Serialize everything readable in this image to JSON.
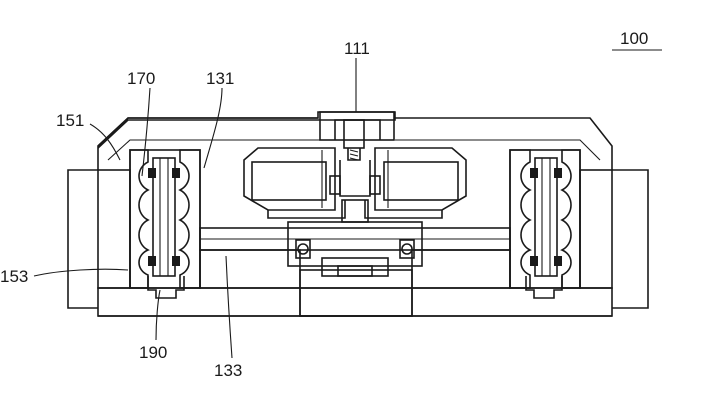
{
  "figure": {
    "ref_main": "100",
    "labels": {
      "l111": "111",
      "l131": "131",
      "l170": "170",
      "l151": "151",
      "l153": "153",
      "l190": "190",
      "l133": "133"
    }
  },
  "colors": {
    "line": "#1a1a1a",
    "background": "#ffffff"
  }
}
